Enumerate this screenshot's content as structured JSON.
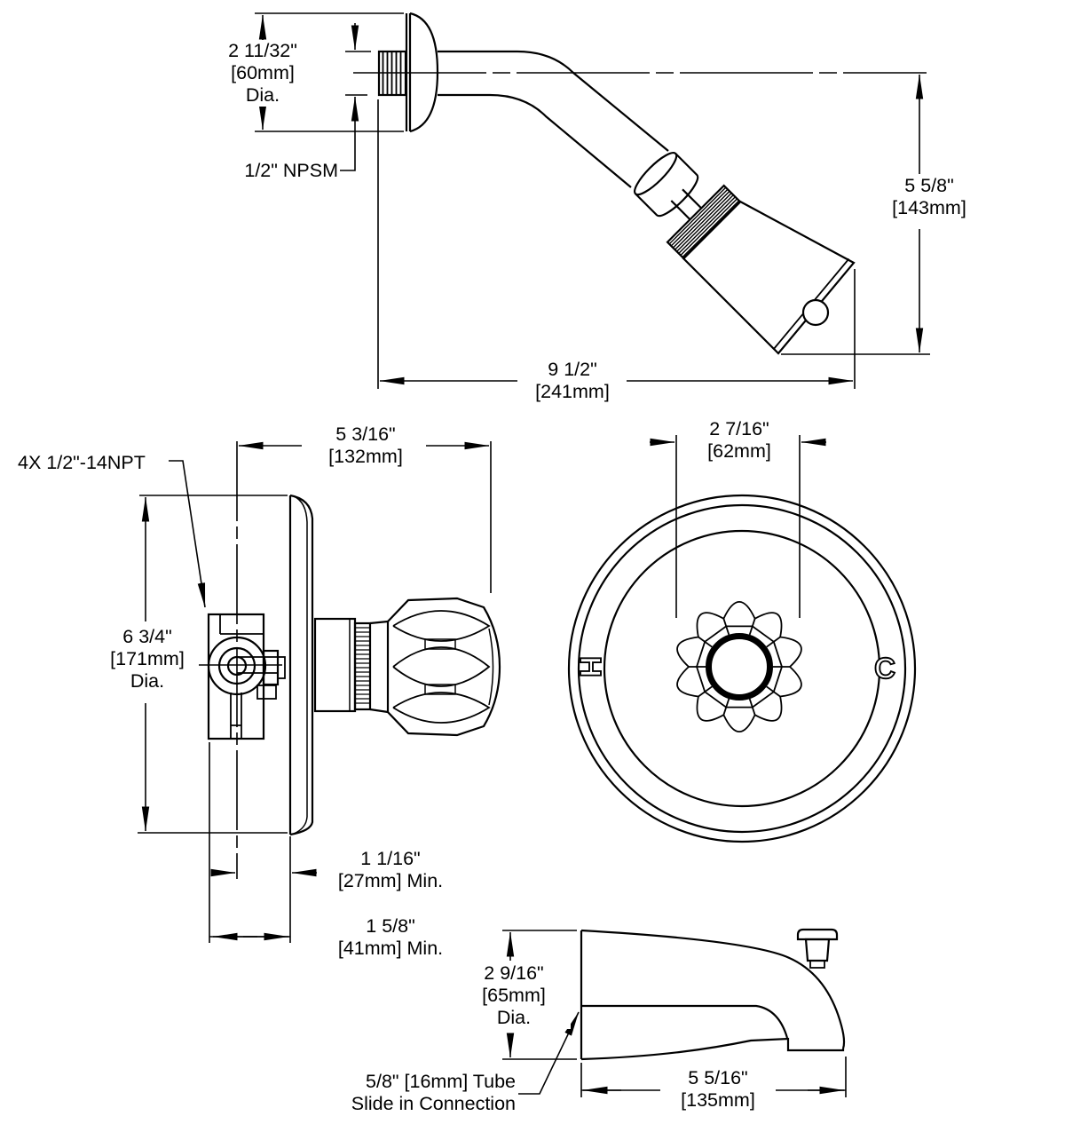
{
  "drawing": {
    "shower_head_view": {
      "dim_flange_dia": [
        "2 11/32\"",
        "[60mm]",
        "Dia."
      ],
      "label_arm_thread": "1/2\" NPSM",
      "dim_head_height": [
        "5 5/8\"",
        "[143mm]"
      ],
      "dim_arm_reach": [
        "9 1/2\"",
        "[241mm]"
      ]
    },
    "valve_side_view": {
      "label_ports": "4X 1/2\"-14NPT",
      "dim_depth": [
        "5 3/16\"",
        "[132mm]"
      ],
      "dim_escutcheon_dia": [
        "6 3/4\"",
        "[171mm]",
        "Dia."
      ],
      "dim_wall_min_1": [
        "1 1/16\"",
        "[27mm] Min."
      ],
      "dim_wall_min_2": [
        "1 5/8\"",
        "[41mm] Min."
      ]
    },
    "valve_front_view": {
      "dim_handle_dia": [
        "2 7/16\"",
        "[62mm]"
      ],
      "hot_marking": "H",
      "cold_marking": "C"
    },
    "tub_spout_view": {
      "dim_spout_dia": [
        "2 9/16\"",
        "[65mm]",
        "Dia."
      ],
      "dim_spout_length": [
        "5 5/16\"",
        "[135mm]"
      ],
      "label_connection": [
        "5/8\" [16mm] Tube",
        "Slide in Connection"
      ]
    },
    "line_color": "#000000",
    "background_color": "#ffffff"
  }
}
